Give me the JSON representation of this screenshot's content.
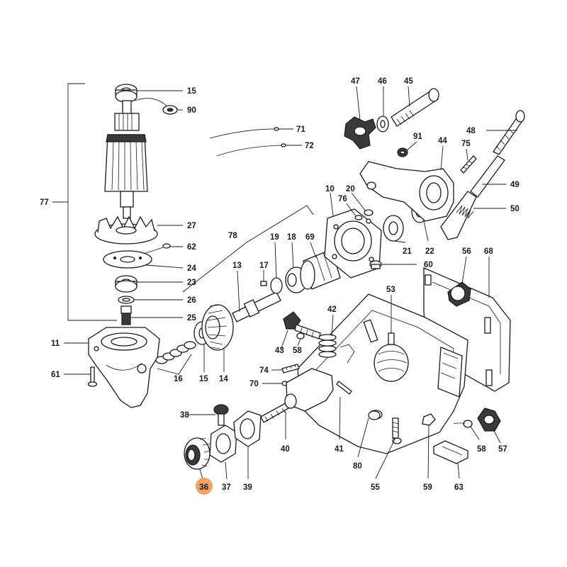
{
  "highlight_color": "#f4a460",
  "labels": {
    "l15a": "15",
    "l90": "90",
    "l71": "71",
    "l72": "72",
    "l47": "47",
    "l46": "46",
    "l45": "45",
    "l91": "91",
    "l44": "44",
    "l48": "48",
    "l75": "75",
    "l49": "49",
    "l50": "50",
    "l77": "77",
    "l27": "27",
    "l62": "62",
    "l24": "24",
    "l23": "23",
    "l26": "26",
    "l25": "25",
    "l78": "78",
    "l19": "19",
    "l18": "18",
    "l69": "69",
    "l17": "17",
    "l13": "13",
    "l10": "10",
    "l20": "20",
    "l76": "76",
    "l21": "21",
    "l22": "22",
    "l60": "60",
    "l56": "56",
    "l68": "68",
    "l53": "53",
    "l42": "42",
    "l43": "43",
    "l58a": "58",
    "l11": "11",
    "l61": "61",
    "l16": "16",
    "l15b": "15",
    "l14": "14",
    "l74": "74",
    "l70": "70",
    "l38": "38",
    "l40": "40",
    "l41": "41",
    "l80": "80",
    "l55": "55",
    "l59": "59",
    "l63": "63",
    "l58b": "58",
    "l57": "57",
    "l36": "36",
    "l37": "37",
    "l39": "39"
  }
}
